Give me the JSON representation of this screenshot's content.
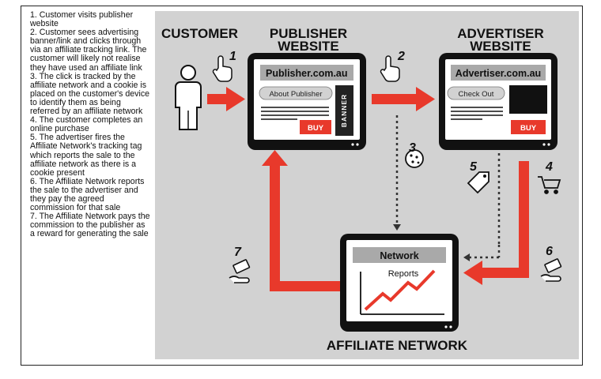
{
  "steps": [
    "1. Customer visits publisher website",
    "2. Customer sees advertising banner/link and clicks through via an affiliate tracking link. The customer will likely not realise they have used an affiliate link",
    "3. The click is tracked by the affiliate network and a cookie is placed on the customer's device to identify them as being referred by an affiliate network",
    "4. The customer completes an online purchase",
    "5. The advertiser fires the Affiliate Network's tracking tag which reports the sale to the affiliate network as there is a cookie present",
    "6. The Affiliate Network reports the sale to the advertiser and they pay the agreed commission for that sale",
    "7. The Affiliate Network pays the commission to the publisher as a reward for generating the sale"
  ],
  "headings": {
    "customer": "CUSTOMER",
    "publisher_line1": "PUBLISHER",
    "publisher_line2": "WEBSITE",
    "advertiser_line1": "ADVERTISER",
    "advertiser_line2": "WEBSITE",
    "network": "AFFILIATE NETWORK"
  },
  "publisher_screen": {
    "url": "Publisher.com.au",
    "about": "About Publisher",
    "banner": "BANNER",
    "buy": "BUY"
  },
  "advertiser_screen": {
    "url": "Advertiser.com.au",
    "checkout": "Check Out",
    "buy": "BUY"
  },
  "network_screen": {
    "title": "Network",
    "reports": "Reports"
  },
  "step_numbers": [
    "1",
    "2",
    "3",
    "4",
    "5",
    "6",
    "7"
  ],
  "icons": [
    "person-icon",
    "pointer-hand-icon",
    "cookie-icon",
    "price-tag-icon",
    "shopping-cart-icon",
    "money-hand-icon"
  ],
  "colors": {
    "accent_red": "#e8392b",
    "panel_gray": "#d2d2d2",
    "screen_dark": "#111111"
  }
}
